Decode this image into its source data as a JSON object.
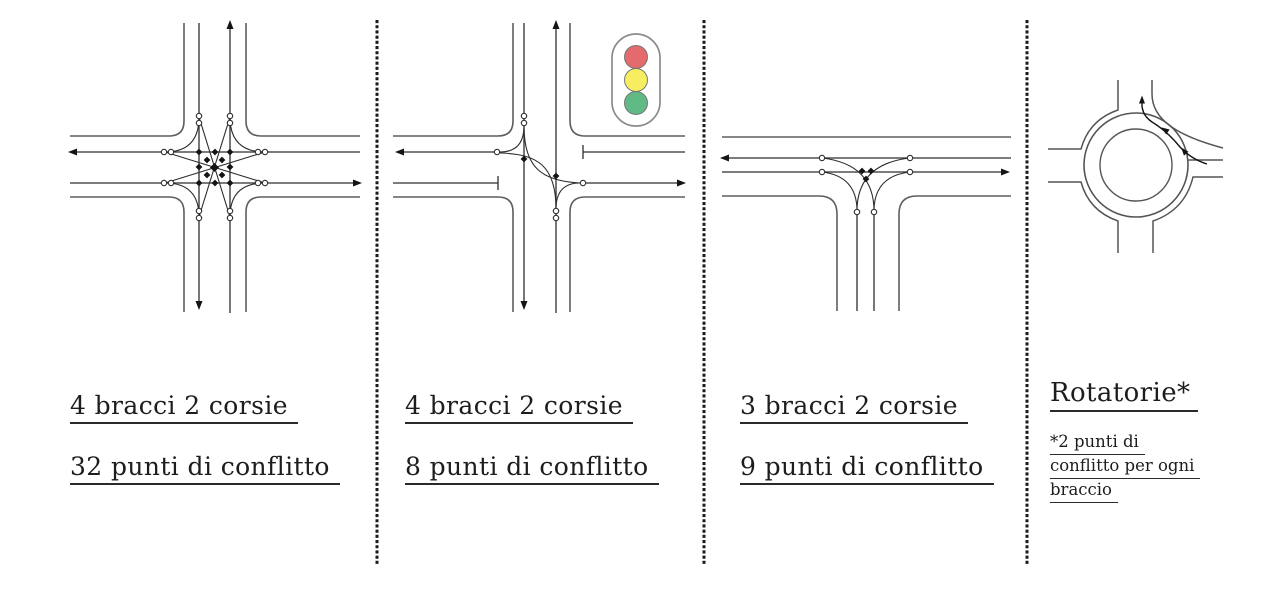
{
  "panels": [
    {
      "id": "four-arm-unsignalized",
      "label_line1": "4 bracci 2 corsie",
      "label_line2": "32 punti di conflitto"
    },
    {
      "id": "four-arm-signalized",
      "label_line1": "4 bracci 2 corsie",
      "label_line2": "8 punti di conflitto"
    },
    {
      "id": "three-arm",
      "label_line1": "3 bracci 2 corsie",
      "label_line2": "9 punti di conflitto"
    },
    {
      "id": "roundabout",
      "title": "Rotatorie*",
      "note_line1": "*2 punti di",
      "note_line2": "conflitto per ogni",
      "note_line3": "braccio"
    }
  ],
  "traffic_light": {
    "red": "#e36b6e",
    "yellow": "#f6ee60",
    "green": "#5fba85"
  },
  "icons": {
    "traffic_light": "traffic-light-icon"
  },
  "line_colors": {
    "road_edge": "#5e5e5e",
    "lane_line": "#2e2e2e",
    "separator": "#1b1b1b"
  }
}
